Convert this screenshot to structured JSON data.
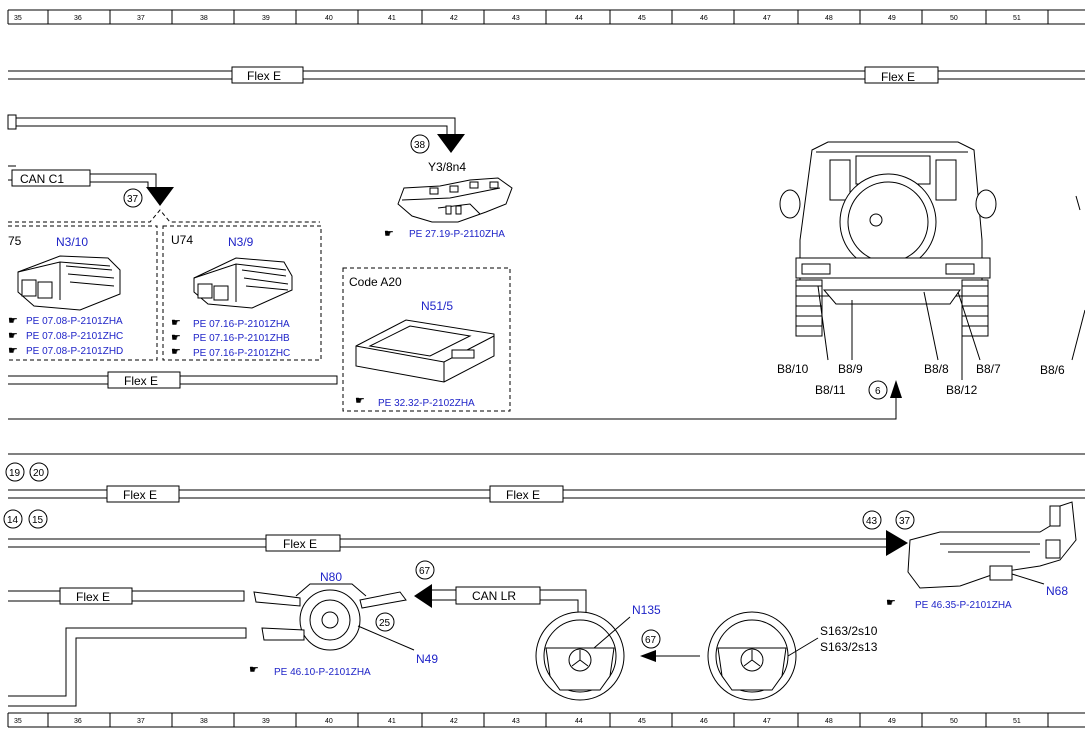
{
  "ruler": {
    "ticks": [
      "35",
      "36",
      "37",
      "38",
      "39",
      "40",
      "41",
      "42",
      "43",
      "44",
      "45",
      "46",
      "47",
      "48",
      "49",
      "50",
      "51"
    ]
  },
  "bus_labels": {
    "flex_e_1": "Flex E",
    "flex_e_2": "Flex E",
    "flex_e_3": "Flex E",
    "flex_e_4": "Flex E",
    "flex_e_5": "Flex E",
    "flex_e_6": "Flex E",
    "flex_e_7": "Flex E",
    "can_c1": "CAN C1",
    "can_lr": "CAN LR"
  },
  "circle_refs": {
    "c38": "38",
    "c37a": "37",
    "c6": "6",
    "c19": "19",
    "c20": "20",
    "c14": "14",
    "c15": "15",
    "c43": "43",
    "c37b": "37",
    "c67a": "67",
    "c25": "25",
    "c67b": "67"
  },
  "components": {
    "y3_8n4": "Y3/8n4",
    "n3_10": "N3/10",
    "n3_9": "N3/9",
    "u74": "U74",
    "frag75": "75",
    "code_a20": "Code A20",
    "n51_5": "N51/5",
    "n80": "N80",
    "n49": "N49",
    "n135": "N135",
    "s163_2s10": "S163/2s10",
    "s163_2s13": "S163/2s13",
    "n68": "N68",
    "b8_10": "B8/10",
    "b8_9": "B8/9",
    "b8_11": "B8/11",
    "b8_8": "B8/8",
    "b8_7": "B8/7",
    "b8_12": "B8/12",
    "b8_6": "B8/6"
  },
  "doc_refs": {
    "pe_27_19": "PE 27.19-P-2110ZHA",
    "pe_07_08_a": "PE 07.08-P-2101ZHA",
    "pe_07_08_c": "PE 07.08-P-2101ZHC",
    "pe_07_08_d": "PE 07.08-P-2101ZHD",
    "pe_07_16_a": "PE 07.16-P-2101ZHA",
    "pe_07_16_b": "PE 07.16-P-2101ZHB",
    "pe_07_16_c": "PE 07.16-P-2101ZHC",
    "pe_32_32": "PE 32.32-P-2102ZHA",
    "pe_46_10": "PE 46.10-P-2101ZHA",
    "pe_46_35": "PE 46.35-P-2101ZHA"
  },
  "colors": {
    "reference_text": "#1f24c8",
    "line": "#000000"
  }
}
